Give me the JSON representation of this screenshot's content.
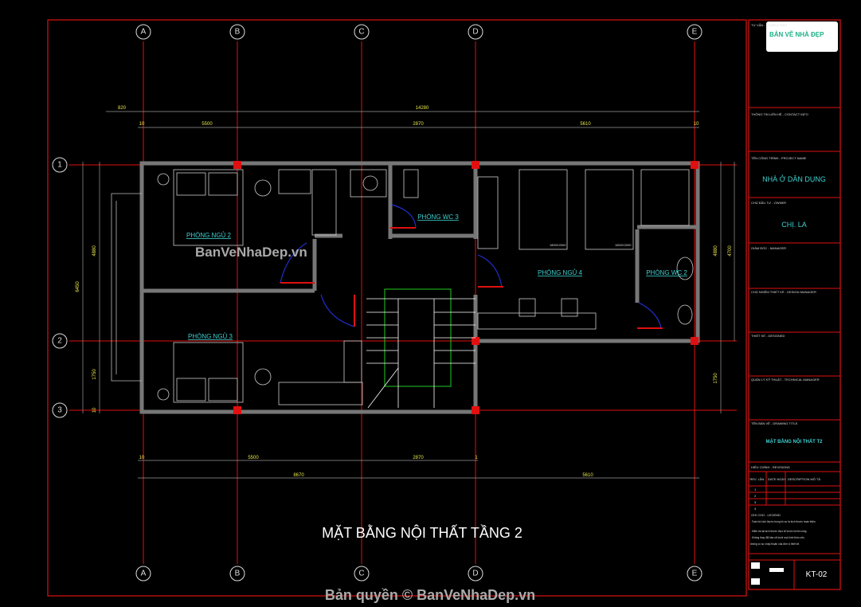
{
  "drawing": {
    "title": "MẶT BẰNG NỘI THẤT TẦNG 2",
    "watermark_center": "BanVeNhaDep.vn",
    "watermark_bottom": "Bản quyền © BanVeNhaDep.vn",
    "axes_vertical": [
      "A",
      "B",
      "C",
      "D",
      "E"
    ],
    "axes_horizontal": [
      "1",
      "2",
      "3"
    ],
    "rooms": [
      "PHÒNG NGỦ 2",
      "PHÒNG NGỦ 3",
      "PHÒNG WC 3",
      "PHÒNG NGỦ 4",
      "PHÒNG WC 2"
    ],
    "dimensions": {
      "top_overall": [
        "820",
        "14280"
      ],
      "top_spans": [
        "10",
        "5500",
        "2870",
        "5610",
        "10"
      ],
      "bottom_spans": [
        "10",
        "5500",
        "2870",
        "1"
      ],
      "bottom_overall": [
        "8670",
        "5610"
      ],
      "left": [
        "4880",
        "6450",
        "1750",
        "10"
      ],
      "right": [
        "4880",
        "4700",
        "1750"
      ]
    },
    "bed_labels": [
      "1800X2000",
      "1800X2000"
    ]
  },
  "title_block": {
    "logo_text": "BẢN VẼ NHÀ ĐẸP",
    "consultant_label": "TƯ VẤN - CONSULTANT",
    "contact_label": "THÔNG TIN LIÊN HỆ - CONTACT INFO",
    "project_label": "TÊN CÔNG TRÌNH - PROJECT NAME",
    "project_name": "NHÀ Ở DÂN DỤNG",
    "owner_label": "CHỦ ĐẦU TƯ - OWNER",
    "owner_name": "CHỊ. LA",
    "manager_label": "GIÁM ĐỐC - MANAGER",
    "design_manager_label": "CHỦ NHIỆM THIẾT KẾ - DESIGN MANAGER",
    "designer_label": "THIẾT KẾ - DESIGNED",
    "tech_manager_label": "QUẢN LÝ KỸ THUẬT - TECHNICAL MANAGER",
    "drawing_title_label": "TÊN BẢN VẼ - DRAWING TITLE",
    "drawing_title": "MẶT BẰNG NỘI THẤT T2",
    "revision_label": "HIỆU CHỈNH - REVISIONS",
    "rev_headers": [
      "REV. LẦN",
      "DATE NGÀY",
      "DESCRIPTION MÔ TẢ"
    ],
    "rev_rows": [
      "1",
      "2",
      "3",
      "4"
    ],
    "legend_label": "GHI CHÚ - LEGEND",
    "legend_notes": [
      "- Toàn bộ kích thước trong hồ sơ là kích thước hoàn thiện.",
      "- Kiểm tra lại kích thước thực tế trước khi thi công.",
      "- Không thay đổi bản vẽ dưới mọi hình thức nếu",
      "không có sự chấp thuận của đơn vị thiết kế."
    ],
    "sheet_number": "KT-02"
  },
  "colors": {
    "background": "#000000",
    "grid": "#e01010",
    "room_label": "#3fd0d0",
    "dimension": "#e8e84a",
    "door_arc": "#2030d0",
    "stair": "#22cc22"
  }
}
